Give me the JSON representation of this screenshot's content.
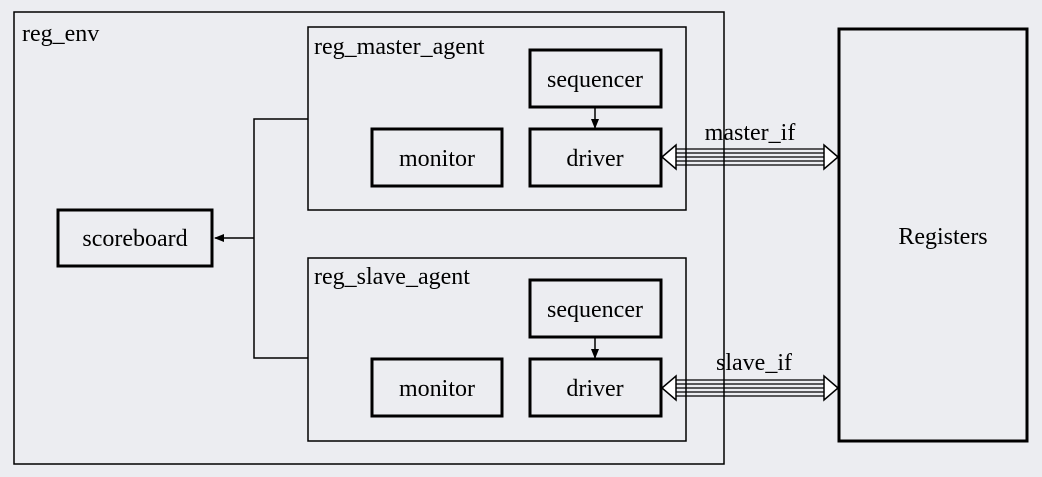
{
  "env": {
    "label": "reg_env"
  },
  "scoreboard": {
    "label": "scoreboard"
  },
  "master_agent": {
    "label": "reg_master_agent",
    "sequencer": "sequencer",
    "monitor": "monitor",
    "driver": "driver"
  },
  "slave_agent": {
    "label": "reg_slave_agent",
    "sequencer": "sequencer",
    "monitor": "monitor",
    "driver": "driver"
  },
  "master_if": {
    "label": "master_if"
  },
  "slave_if": {
    "label": "slave_if"
  },
  "registers": {
    "label": "Registers"
  }
}
